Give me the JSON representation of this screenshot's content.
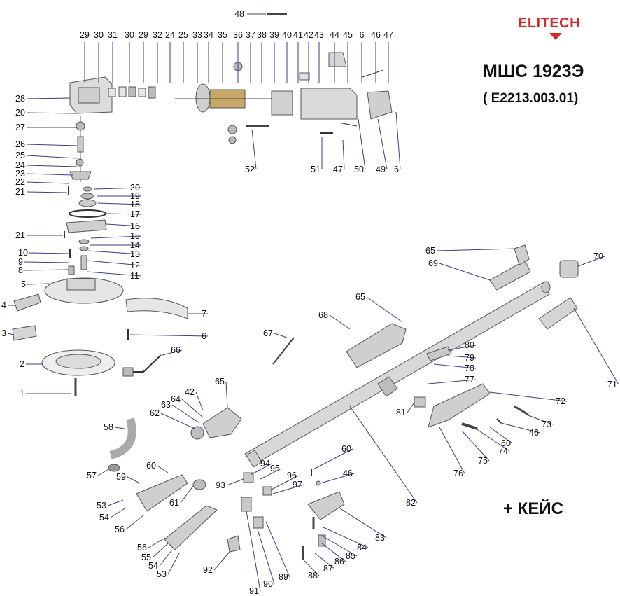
{
  "brand": {
    "logo_text": "ELITECH",
    "color": "#d9262b"
  },
  "title": {
    "model": "МШС 1923Э",
    "code": "( E2213.003.01)"
  },
  "note": {
    "kit": "+ КЕЙС"
  },
  "colors": {
    "line": "#3a3f8a",
    "part": "#555555",
    "text": "#111111"
  },
  "parts": {
    "top_row": [
      "29",
      "30",
      "31",
      "30",
      "29",
      "32",
      "24",
      "25",
      "33",
      "34",
      "35",
      "36",
      "37",
      "38",
      "39",
      "40",
      "41",
      "42",
      "43",
      "44",
      "45",
      "6",
      "46",
      "47"
    ],
    "labels": [
      "48",
      "28",
      "20",
      "27",
      "26",
      "25",
      "24",
      "23",
      "22",
      "21",
      "20",
      "19",
      "18",
      "17",
      "16",
      "21",
      "15",
      "10",
      "14",
      "13",
      "9",
      "12",
      "8",
      "11",
      "5",
      "4",
      "7",
      "3",
      "6",
      "2",
      "66",
      "1",
      "52",
      "51",
      "47",
      "50",
      "49",
      "6",
      "65",
      "69",
      "70",
      "65",
      "68",
      "71",
      "67",
      "80",
      "79",
      "78",
      "77",
      "72",
      "81",
      "73",
      "46",
      "65",
      "42",
      "64",
      "63",
      "62",
      "60",
      "74",
      "75",
      "76",
      "58",
      "60",
      "46",
      "57",
      "60",
      "59",
      "94",
      "95",
      "93",
      "96",
      "97",
      "61",
      "53",
      "54",
      "56",
      "82",
      "83",
      "56",
      "55",
      "54",
      "53",
      "84",
      "85",
      "86",
      "87",
      "88",
      "92",
      "89",
      "90",
      "91"
    ]
  }
}
